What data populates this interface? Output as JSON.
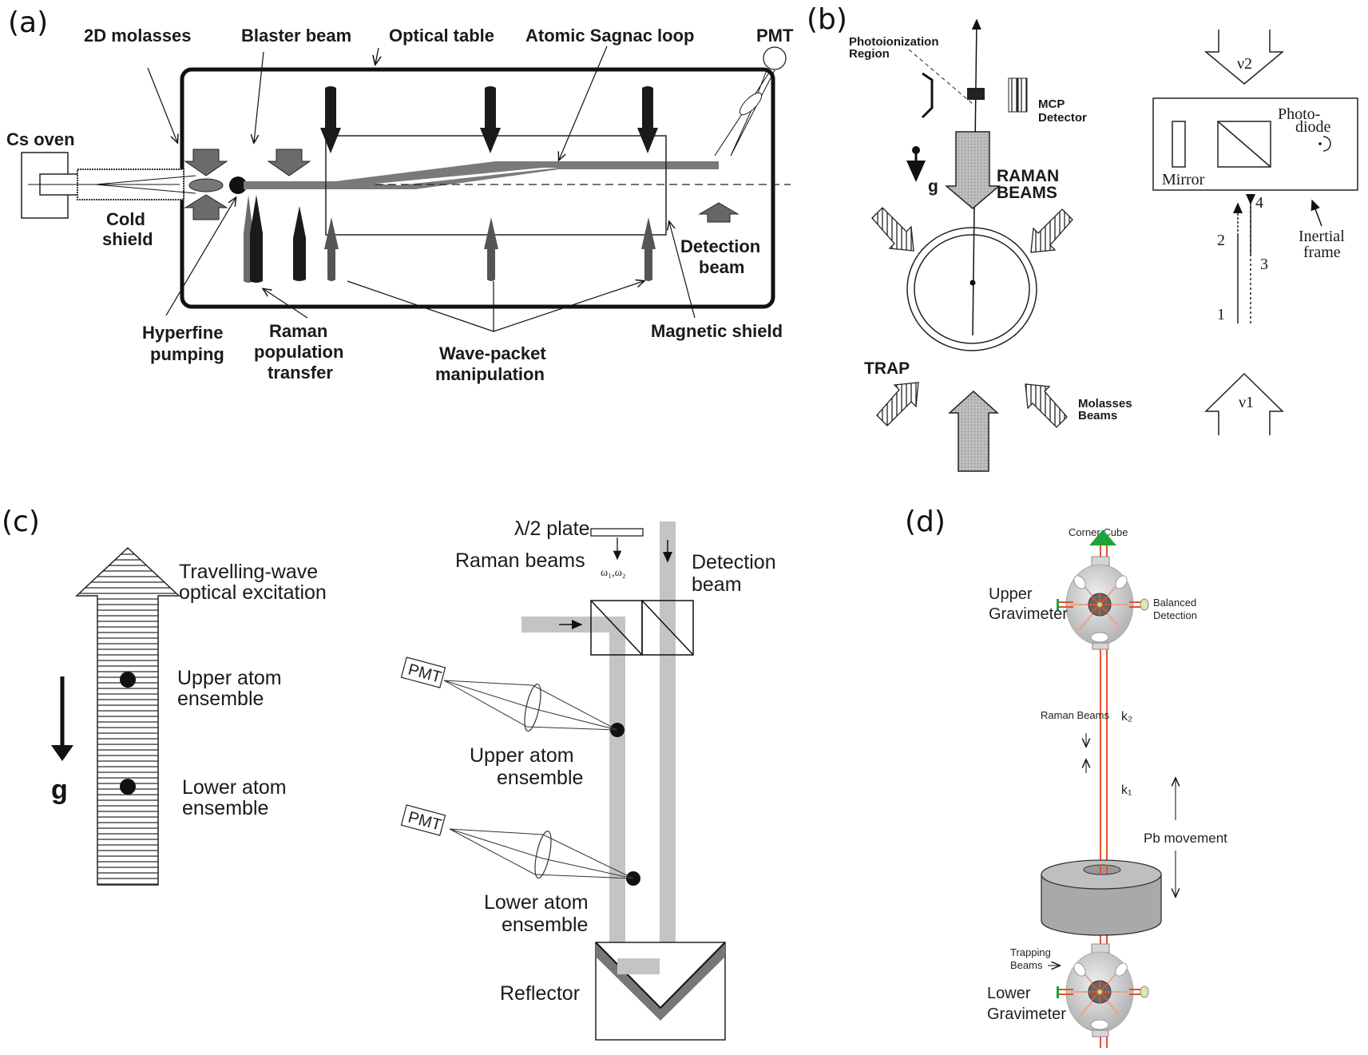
{
  "panels": {
    "a": {
      "label": "(a)",
      "labels": {
        "molasses_2d": "2D  molasses",
        "blaster_beam": "Blaster beam",
        "optical_table": "Optical  table",
        "sagnac_loop": "Atomic Sagnac loop",
        "pmt": "PMT",
        "cs_oven": "Cs  oven",
        "cold_shield_1": "Cold",
        "cold_shield_2": "shield",
        "detection_beam_1": "Detection",
        "detection_beam_2": "beam",
        "hyperfine_1": "Hyperfine",
        "hyperfine_2": "pumping",
        "raman_1": "Raman",
        "raman_2": "population",
        "raman_3": "transfer",
        "wavepacket_1": "Wave-packet",
        "wavepacket_2": "manipulation",
        "magnetic_shield": "Magnetic  shield"
      }
    },
    "b": {
      "label": "(b)",
      "labels": {
        "photoionization_1": "Photoionization",
        "photoionization_2": "Region",
        "mcp_1": "MCP",
        "mcp_2": "Detector",
        "g": "g",
        "raman_1": "RAMAN",
        "raman_2": "BEAMS",
        "trap": "TRAP",
        "molasses_1": "Molasses",
        "molasses_2": "Beams",
        "nu2": "ν2",
        "nu1": "ν1",
        "photo_1": "Photo-",
        "photo_2": "diode",
        "mirror": "Mirror",
        "inertial_1": "Inertial",
        "inertial_2": "frame",
        "path_1": "1",
        "path_2": "2",
        "path_3": "3",
        "path_4": "4"
      }
    },
    "c": {
      "label": "(c)",
      "labels": {
        "travelling_1": "Travelling-wave",
        "travelling_2": "optical excitation",
        "upper_1": "Upper atom",
        "upper_2": "ensemble",
        "lower_1": "Lower atom",
        "lower_2": "ensemble",
        "g": "g",
        "half_wave": "λ/2 plate",
        "raman_beams": "Raman beams",
        "omega": "ω₁,ω₂",
        "detection_1": "Detection",
        "detection_2": "beam",
        "pmt": "PMT",
        "upper_r1": "Upper atom",
        "upper_r2": "ensemble",
        "lower_r1": "Lower atom",
        "lower_r2": "ensemble",
        "reflector": "Reflector"
      }
    },
    "d": {
      "label": "(d)",
      "labels": {
        "corner_cube": "Corner Cube",
        "upper_grav_1": "Upper",
        "upper_grav_2": "Gravimeter",
        "balanced_1": "Balanced",
        "balanced_2": "Detection",
        "raman_beams": "Raman Beams",
        "k2": "k₂",
        "k1": "k₁",
        "pb_movement": "Pb movement",
        "trapping_1": "Trapping",
        "trapping_2": "Beams",
        "lower_grav_1": "Lower",
        "lower_grav_2": "Gravimeter"
      },
      "colors": {
        "beam": "#e2512a",
        "corner_cube": "#1fa33a",
        "sphere": "#c8c8c8",
        "pb_mass": "#a9a9a9"
      }
    }
  }
}
